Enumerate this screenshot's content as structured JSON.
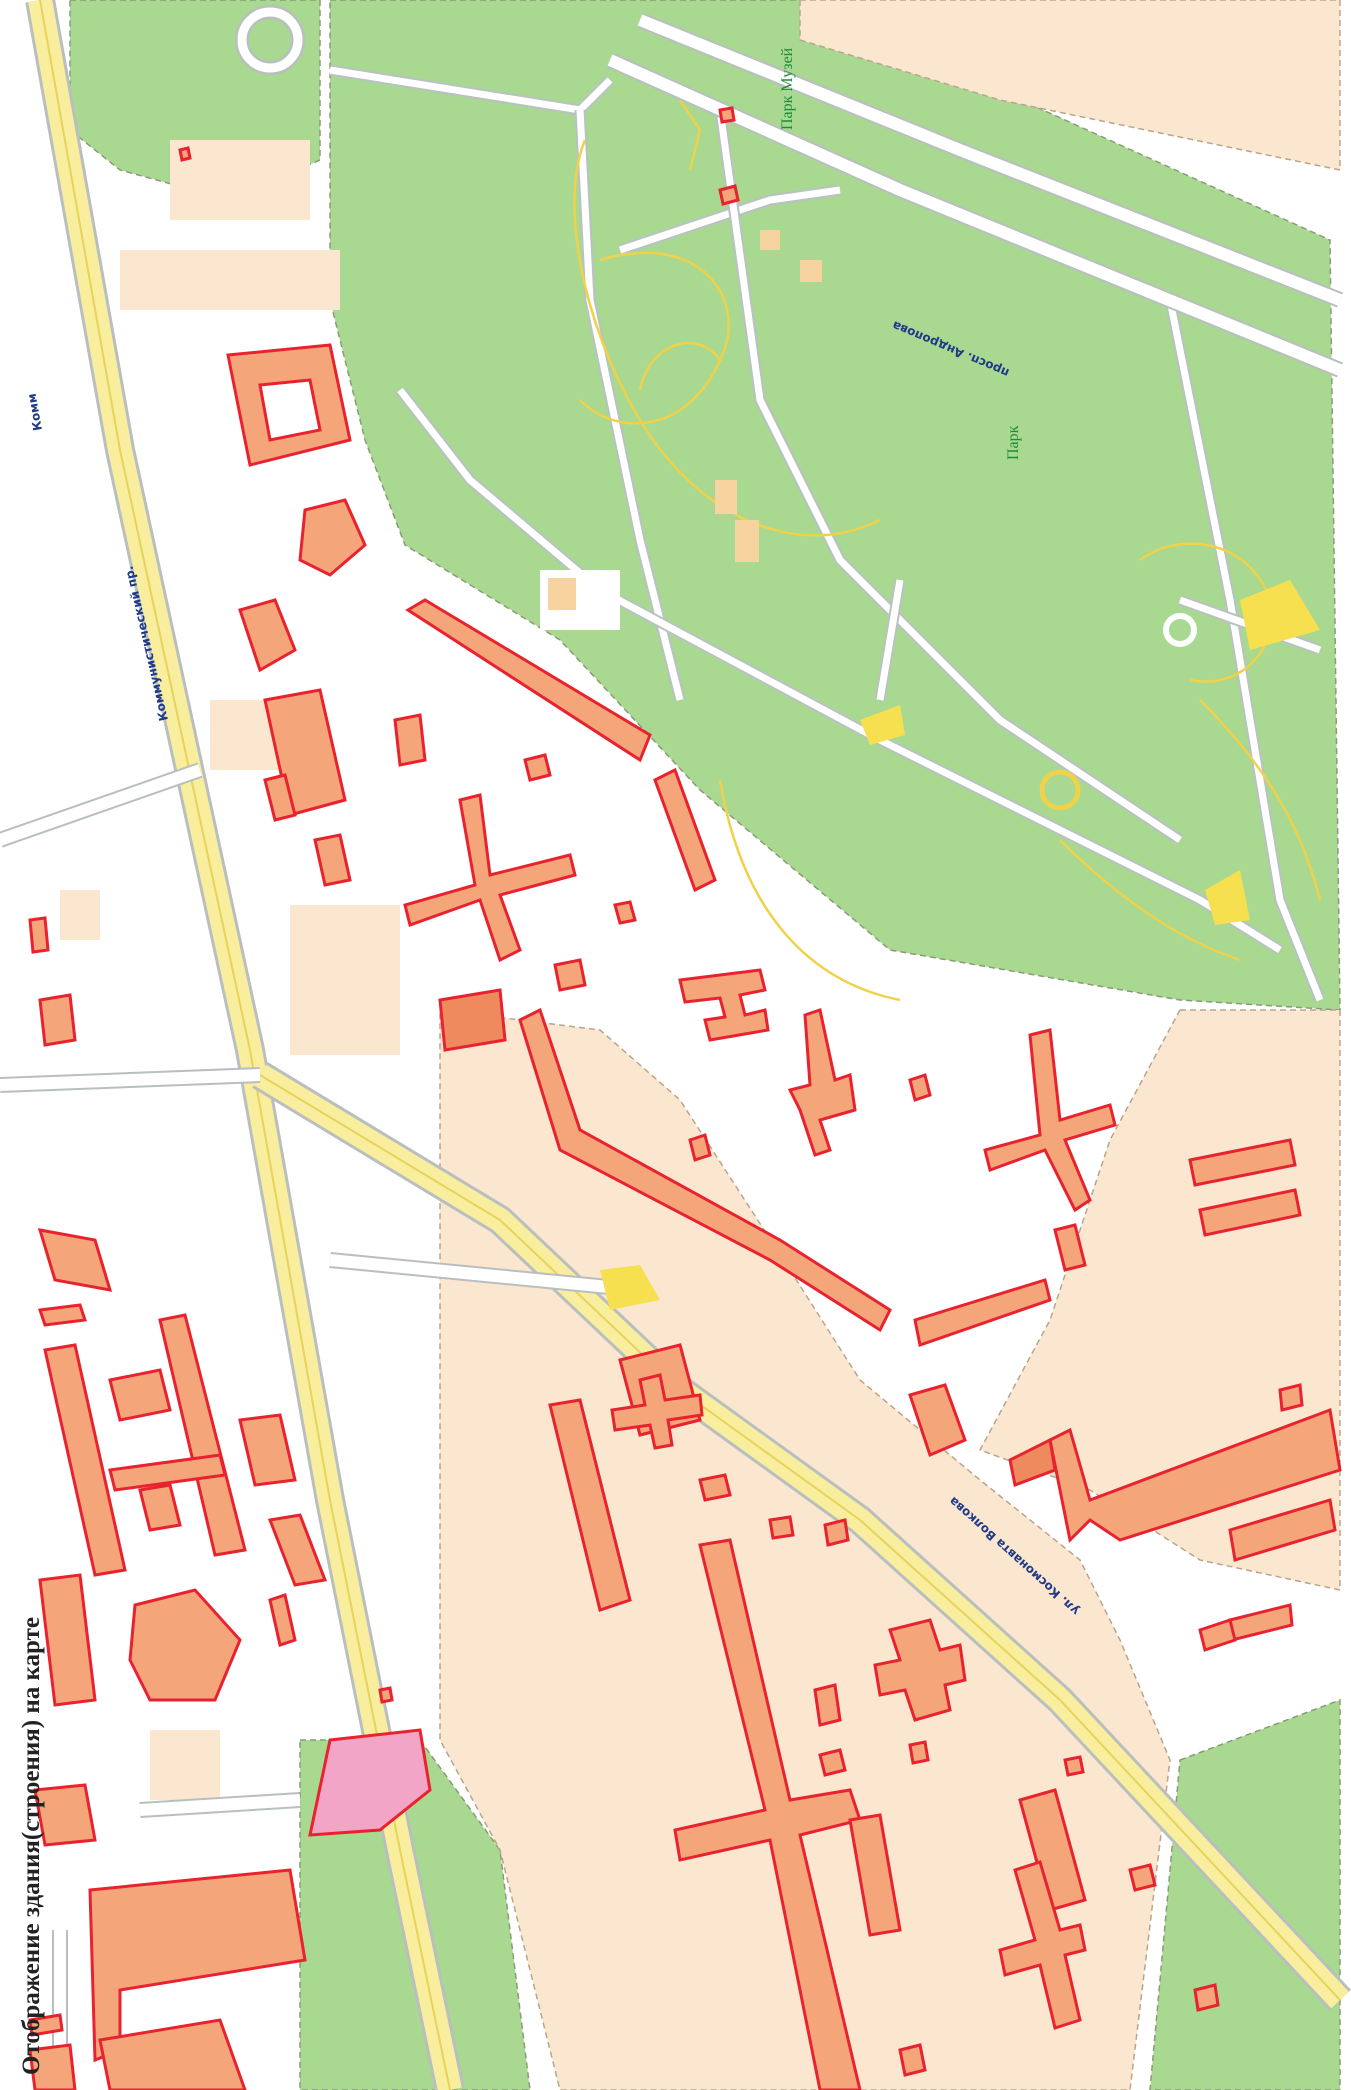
{
  "page": {
    "title": "Отображение здания(строения) на карте"
  },
  "map": {
    "labels": {
      "street_kommunisticheskiy": "Коммунистический пр.",
      "street_kommunisticheskiy_top": "Комм",
      "street_andropova": "просп. Андропова",
      "street_kosmonavta_volkova": "ул. Космонавта Волкова",
      "park_main": "Парк",
      "park_museum": "Парк Музей"
    },
    "colors": {
      "building_fill": "#f4a57a",
      "building_outline": "#e8232f",
      "park": "#a9d890",
      "major_road": "#f9ee9d",
      "industrial_area": "#fbe6cf",
      "label_text": "#1e3a8a",
      "park_label": "#1f8a3a"
    },
    "icons": [
      "building-outline",
      "road",
      "park-area"
    ]
  }
}
